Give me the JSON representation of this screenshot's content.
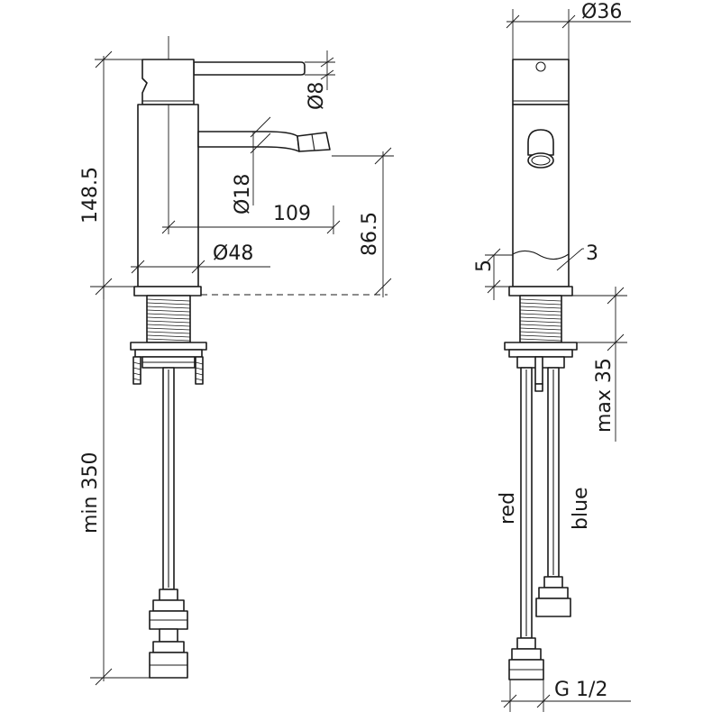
{
  "drawing": {
    "dimensions": {
      "dia_8": "Ø8",
      "dia_18": "Ø18",
      "dist_109": "109",
      "height_86_5": "86.5",
      "height_148_5": "148.5",
      "dia_48": "Ø48",
      "min_350": "min 350",
      "dia_36": "Ø36",
      "dim_5": "5",
      "dim_3": "3",
      "max_35": "max 35",
      "thread_g12": "G 1/2"
    },
    "hose_labels": {
      "red": "red",
      "blue": "blue"
    }
  }
}
